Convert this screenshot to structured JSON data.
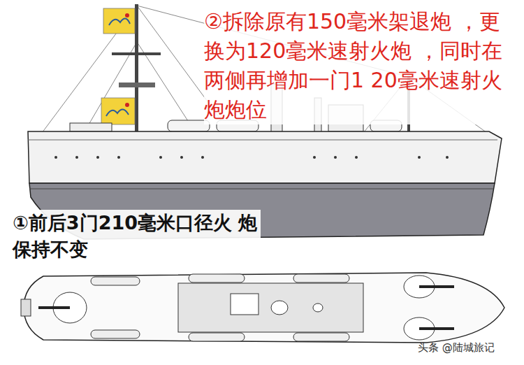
{
  "diagram": {
    "labels": [
      "②拆除原有150毫米架退炮 ，更换为120毫米速射火炮 ，同时在两侧再增加一门1 20毫米速射火炮炮位",
      "①前后3门210毫米口径火 炮保持不变",
      "头条 @陆城旅记"
    ]
  }
}
